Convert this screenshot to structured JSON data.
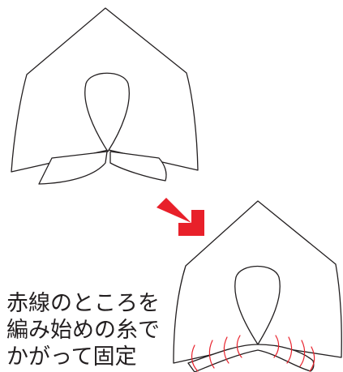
{
  "instruction": {
    "lines": [
      "赤線のところを",
      "編み始めの糸で",
      "かがって固定"
    ]
  },
  "colors": {
    "outline": "#231f20",
    "stitch": "#e8202a",
    "arrow": "#e8202a"
  },
  "icons": {
    "step_arrow": "arrow-down-right-icon"
  }
}
